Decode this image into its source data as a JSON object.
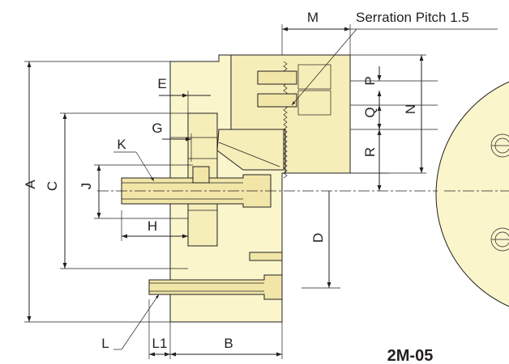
{
  "model": "2M-05",
  "annotation": "Serration Pitch 1.5",
  "dimension_labels": {
    "A": "A",
    "B": "B",
    "C": "C",
    "D": "D",
    "E": "E",
    "G": "G",
    "H": "H",
    "J": "J",
    "K": "K",
    "L": "L",
    "L1": "L1",
    "M": "M",
    "N": "N",
    "P": "P",
    "Q": "Q",
    "R": "R"
  },
  "colors": {
    "part_fill": "#fbf5cc",
    "line": "#231f20"
  }
}
